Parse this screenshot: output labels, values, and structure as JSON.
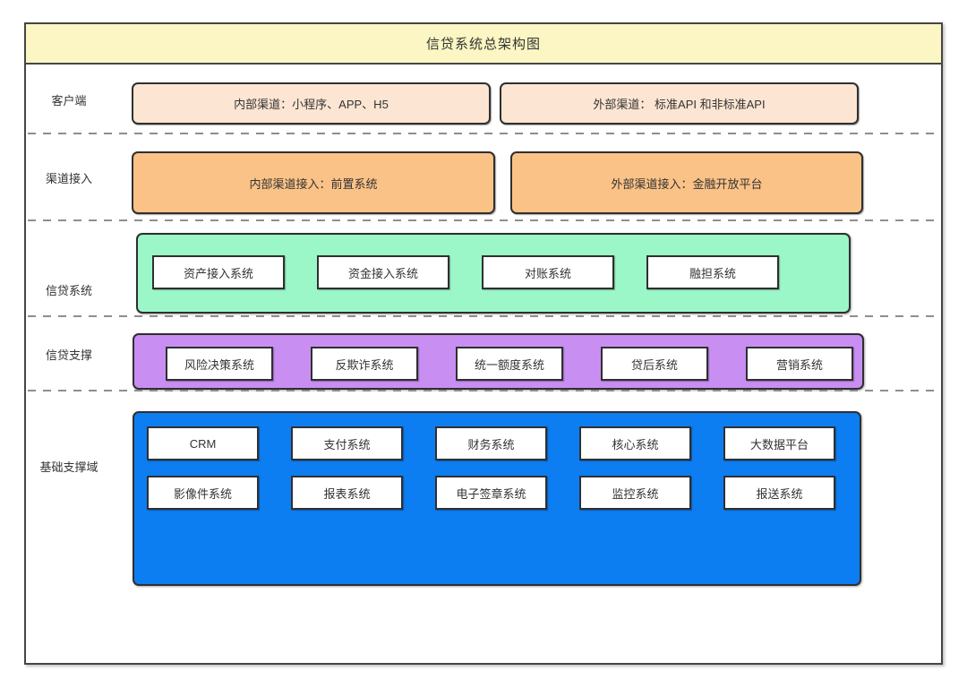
{
  "title": "信贷系统总架构图",
  "rows": [
    {
      "label": "客户端",
      "boxes": [
        "内部渠道：小程序、APP、H5",
        "外部渠道： 标准API 和非标准API"
      ]
    },
    {
      "label": "渠道接入",
      "boxes": [
        "内部渠道接入：前置系统",
        "外部渠道接入：金融开放平台"
      ]
    },
    {
      "label": "信贷系统",
      "items": [
        "资产接入系统",
        "资金接入系统",
        "对账系统",
        "融担系统"
      ]
    },
    {
      "label": "信贷支撑",
      "items": [
        "风险决策系统",
        "反欺诈系统",
        "统一额度系统",
        "贷后系统",
        "营销系统"
      ]
    },
    {
      "label": "基础支撑域",
      "items_top": [
        "CRM",
        "支付系统",
        "财务系统",
        "核心系统",
        "大数据平台"
      ],
      "items_bottom": [
        "影像件系统",
        "报表系统",
        "电子签章系统",
        "监控系统",
        "报送系统"
      ]
    }
  ],
  "colors": {
    "title-bg": "#FBF6C3",
    "client-box-bg": "#FCE5D2",
    "channel-box-bg": "#FAC287",
    "credit-container-bg": "#9BF7C8",
    "support-container-bg": "#C88EF2",
    "base-container-bg": "#0D7DF2",
    "border-dark": "#2F2F2F",
    "divider": "#8E8E8E"
  }
}
